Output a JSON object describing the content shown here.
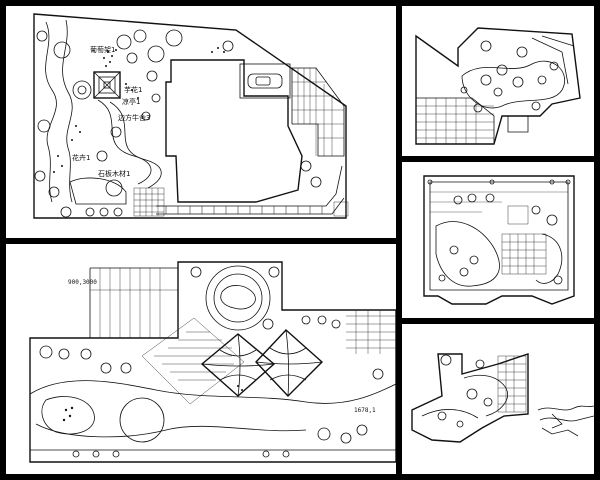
{
  "main_plan": {
    "labels": {
      "pavilion": "葡萄架1",
      "plant_a": "芋花1",
      "plant_b": "凉亭1",
      "corner_walk": "边方牛舍3",
      "flower_bed": "花卉1",
      "stone_path": "石板木材1"
    }
  },
  "bottom_plan": {
    "dimension_top": "900,3000",
    "dimension_right": "1678,1"
  },
  "colors": {
    "background": "#000000",
    "panel": "#ffffff",
    "line": "#111111"
  }
}
